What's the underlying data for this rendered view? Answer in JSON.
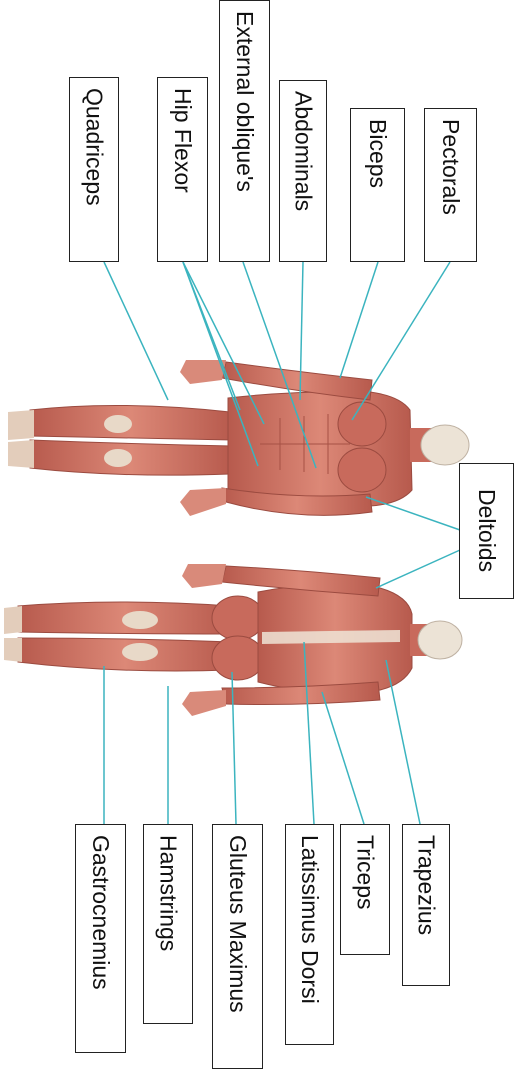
{
  "front_labels": {
    "quadriceps": "Quadriceps",
    "hip_flexor": "Hip Flexor",
    "external_obliques": "External oblique's",
    "abdominals": "Abdominals",
    "biceps": "Biceps",
    "pectorals": "Pectorals"
  },
  "shared_labels": {
    "deltoids": "Deltoids"
  },
  "back_labels": {
    "gastrocnemius": "Gastrocnemius",
    "hamstrings": "Hamstrings",
    "gluteus_maximus": "Gluteus Maximus",
    "latissimus_dorsi": "Latissimus Dorsi",
    "triceps": "Triceps",
    "trapezius": "Trapezius"
  },
  "colors": {
    "leader_line": "#3bb4bf",
    "muscle": "#c7675a",
    "muscle_light": "#e39a8a",
    "tendon": "#e8d9c8",
    "skull": "#ece3d6"
  }
}
